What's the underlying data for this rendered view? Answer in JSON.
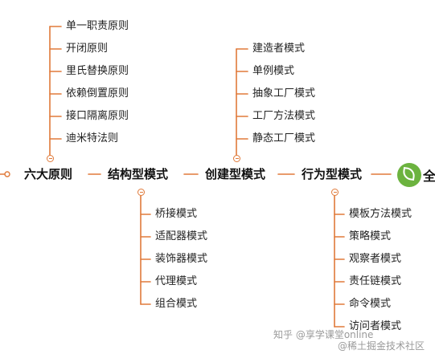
{
  "main_nodes": [
    "六大原则",
    "结构型模式",
    "创建型模式",
    "行为型模式"
  ],
  "trailing_node_fragment": "全",
  "branches": {
    "six_principles": [
      "单一职责原则",
      "开闭原则",
      "里氏替换原则",
      "依赖倒置原则",
      "接口隔离原则",
      "迪米特法则"
    ],
    "structural": [
      "桥接模式",
      "适配器模式",
      "装饰器模式",
      "代理模式",
      "组合模式"
    ],
    "creational": [
      "建造者模式",
      "单例模式",
      "抽象工厂模式",
      "工厂方法模式",
      "静态工厂模式"
    ],
    "behavioral": [
      "模板方法模式",
      "策略模式",
      "观察者模式",
      "责任链模式",
      "命令模式",
      "访问者模式"
    ]
  },
  "watermark": {
    "text": "知乎 @享学课堂online",
    "brand": "@稀土掘金技术社区"
  },
  "colors": {
    "line": "#e07a3a",
    "logo": "#6cb33f",
    "text": "#222222"
  },
  "icons": [
    "collapse-toggle-icon",
    "spring-logo-icon"
  ]
}
